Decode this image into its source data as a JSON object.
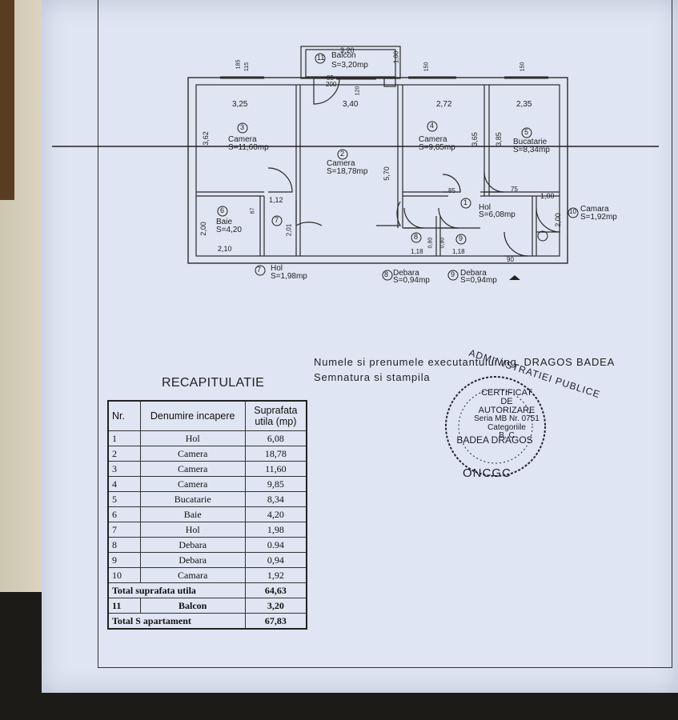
{
  "plan": {
    "balcon": {
      "num": "11",
      "name": "Balcon",
      "area": "S=3,20mp",
      "width": "3,20",
      "depth": "1,00"
    },
    "rooms": [
      {
        "num": "3",
        "name": "Camera",
        "area": "S=11,60mp",
        "width": "3,25",
        "height": "3,62"
      },
      {
        "num": "2",
        "name": "Camera",
        "area": "S=18,78mp",
        "width": "3,40",
        "height": "5,70"
      },
      {
        "num": "4",
        "name": "Camera",
        "area": "S=9,85mp",
        "width": "2,72",
        "height": "3,65"
      },
      {
        "num": "5",
        "name": "Bucatarie",
        "area": "S=8,34mp",
        "width": "2,35",
        "height": "3,85"
      },
      {
        "num": "6",
        "name": "Baie",
        "area": "S=4,20",
        "width": "2,10",
        "height": "2,00"
      },
      {
        "num": "1",
        "name": "Hol",
        "area": "S=6,08mp"
      },
      {
        "num": "10",
        "name": "Camara",
        "area": "S=1,92mp",
        "width": "1,00",
        "height": "2,00"
      },
      {
        "num": "7",
        "name": "Hol",
        "area": "S=1,98mp"
      },
      {
        "num": "8",
        "name": "Debara",
        "area": "S=0,94mp"
      },
      {
        "num": "9",
        "name": "Debara",
        "area": "S=0,94mp"
      }
    ],
    "dims": {
      "d_185": "185",
      "d_115": "115",
      "d_150": "150",
      "d_85_200": "85",
      "d_200": "200",
      "d_120": "120",
      "d_112": "1,12",
      "d_201": "2,01",
      "d_67": "67",
      "d_75": "75",
      "d_118a": "1,18",
      "d_118b": "1,18",
      "d_080a": "0,80",
      "d_080b": "0,80",
      "d_90": "90"
    }
  },
  "signature": {
    "line1_label": "Numele si prenumele executantului",
    "line1_value": "ing. DRAGOS BADEA",
    "line2_label": "Semnatura si stampila"
  },
  "stamp": {
    "ring_top": "ADMINISTRATIEI PUBLICE",
    "ring_bottom": "ONCGC",
    "l1": "CERTIFICAT",
    "l2": "DE",
    "l3": "AUTORIZARE",
    "l4": "Seria MB Nr. 0751",
    "l5": "Categoriile",
    "l6": "B, C",
    "l7": "BADEA DRAGOS"
  },
  "recap": {
    "title": "RECAPITULATIE",
    "headers": {
      "nr": "Nr.",
      "name": "Denumire incapere",
      "area": "Suprafata utila (mp)"
    },
    "rows": [
      {
        "nr": "1",
        "name": "Hol",
        "area": "6,08"
      },
      {
        "nr": "2",
        "name": "Camera",
        "area": "18,78"
      },
      {
        "nr": "3",
        "name": "Camera",
        "area": "11,60"
      },
      {
        "nr": "4",
        "name": "Camera",
        "area": "9,85"
      },
      {
        "nr": "5",
        "name": "Bucatarie",
        "area": "8,34"
      },
      {
        "nr": "6",
        "name": "Baie",
        "area": "4,20"
      },
      {
        "nr": "7",
        "name": "Hol",
        "area": "1,98"
      },
      {
        "nr": "8",
        "name": "Debara",
        "area": "0.94"
      },
      {
        "nr": "9",
        "name": "Debara",
        "area": "0,94"
      },
      {
        "nr": "10",
        "name": "Camara",
        "area": "1,92"
      }
    ],
    "total_utila_label": "Total suprafata utila",
    "total_utila": "64,63",
    "balcon_nr": "11",
    "balcon_label": "Balcon",
    "balcon_area": "3,20",
    "total_apt_label": "Total S apartament",
    "total_apt": "67,83"
  }
}
